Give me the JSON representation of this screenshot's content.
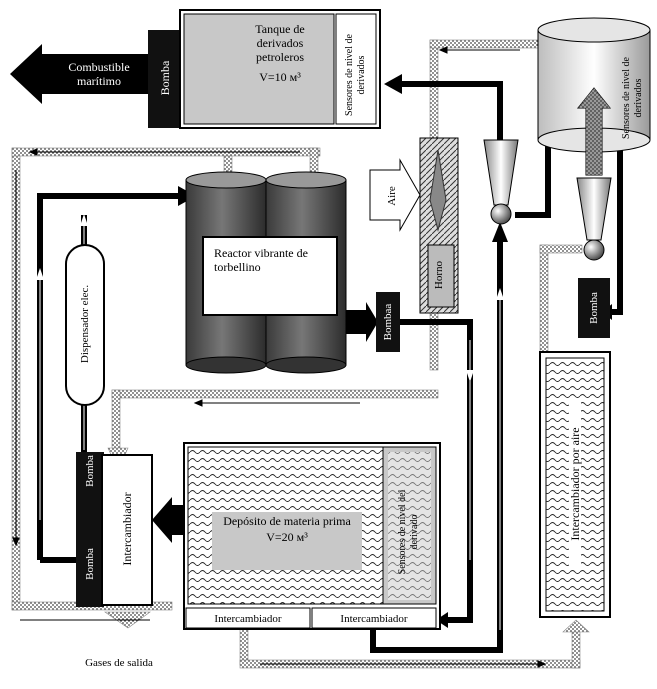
{
  "labels": {
    "fuel_out": "Combustible marítimo",
    "pump_top": "Bomba",
    "tank_title": "Tanque de derivados petroleros",
    "tank_volume": "V=10 м³",
    "tank_sensor": "Sensores de nivel de derivados",
    "round_tank_sensor": "Sensores de nivel de derivados",
    "air": "Aire",
    "furnace": "Horno",
    "reactor": "Reactor vibrante de torbellino",
    "pump_reactor": "Bombaa",
    "dispenser": "Dispensador elec.",
    "pump_right": "Bomba",
    "air_exchanger": "Intercambiador por aire",
    "pump_left_upper": "Bomba",
    "pump_left_lower": "Bomba",
    "exchanger_left": "Intercambiador",
    "raw_deposit": "Depósito de materia prima",
    "raw_volume": "V=20 м³",
    "raw_sensor": "Sensores de nivel del derivado",
    "exchanger_bottom_1": "Intercambiador",
    "exchanger_bottom_2": "Intercambiador",
    "gases_out": "Gases de salida"
  },
  "colors": {
    "line": "#000000",
    "tank_fill": "#c8c8c8",
    "reactor_fill": "#555555",
    "pump_fill": "#111111",
    "dotted": "#9a9a9a"
  }
}
